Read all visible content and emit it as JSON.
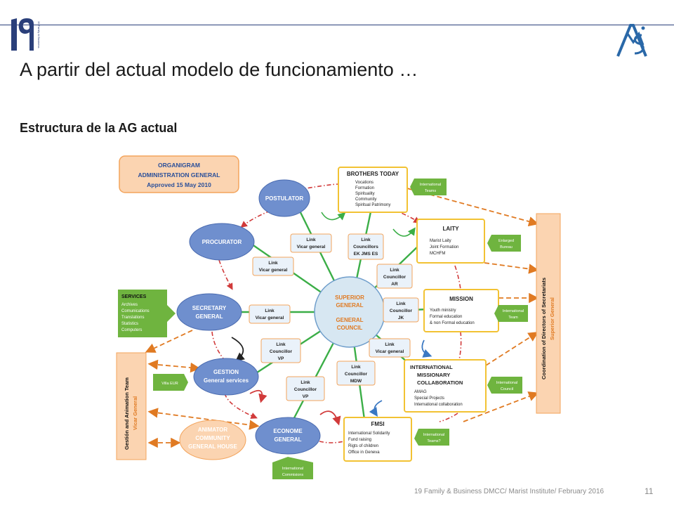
{
  "slide": {
    "title": "A partir del actual modelo de funcionamiento …",
    "subtitle": "Estructura de la AG actual",
    "footer": "19 Family & Business DMCC/ Marist Institute/ February 2016",
    "page_number": "11",
    "logo_left_text": "19 Family & Business",
    "accent_color": "#2a3f7a"
  },
  "diagram": {
    "organigram_box": [
      "ORGANIGRAM",
      "ADMINISTRATION GENERAL",
      "Approved 15 May 2010"
    ],
    "center": [
      "SUPERIOR",
      "GENERAL",
      "GENERAL",
      "COUNCIL"
    ],
    "ovals": {
      "postulator": [
        "POSTULATOR"
      ],
      "procurator": [
        "PROCURATOR"
      ],
      "secretary": [
        "SECRETARY",
        "GENERAL"
      ],
      "gestion": [
        "GESTION",
        "General services"
      ],
      "econome": [
        "ECONOME",
        "GENERAL"
      ],
      "animator": [
        "ANIMATOR",
        "COMMUNITY",
        "GENERAL HOUSE"
      ]
    },
    "links": {
      "link1": [
        "Link",
        "Vicar general"
      ],
      "link2": [
        "Link",
        "Councillors",
        "EK  JMS  ES"
      ],
      "link3": [
        "Link",
        "Vicar general"
      ],
      "link4": [
        "Link",
        "Councillor",
        "AR"
      ],
      "link5": [
        "Link",
        "Vicar general"
      ],
      "link6": [
        "Link",
        "Councillor",
        "JK"
      ],
      "link7": [
        "Link",
        "Councillor",
        "VP"
      ],
      "link8": [
        "Link",
        "Vicar general"
      ],
      "link9": [
        "Link",
        "Councillor",
        "MDW"
      ],
      "link10": [
        "Link",
        "Councillor",
        "VP"
      ]
    },
    "secretariats": {
      "brothers_today": {
        "title": "BROTHERS TODAY",
        "items": [
          "Vocations",
          "Formation",
          "Spirituality",
          "Community",
          "Spiritual Patrimony"
        ]
      },
      "laity": {
        "title": "LAITY",
        "items": [
          "Marist Laity",
          "Joint Formation",
          "MCHFM"
        ]
      },
      "mission": {
        "title": "MISSION",
        "items": [
          "Youth ministry",
          "Formal education",
          "& non Formal education"
        ]
      },
      "imc": {
        "title": [
          "INTERNATIONAL",
          "MISSIONARY",
          "COLLABORATION"
        ],
        "items": [
          "AMAG",
          "Special Projects",
          "International collaboration"
        ]
      },
      "fmsi": {
        "title": "FMSI",
        "items": [
          "International Solidarity",
          "Fund raising",
          "Rigts of children",
          "Office in Geneva"
        ]
      }
    },
    "green_tags": {
      "intl_teams": [
        "International",
        "Teams"
      ],
      "enlarged_bureau": [
        "Enlarged",
        "Bureau"
      ],
      "intl_team": [
        "International",
        "Team"
      ],
      "intl_council": [
        "International",
        "Council"
      ],
      "intl_teams_q": [
        "International",
        "Teams?"
      ],
      "villa_eur": [
        "Villa EUR"
      ],
      "intl_commisions": [
        "International",
        "Commisions"
      ]
    },
    "services": {
      "title": "SERVICES",
      "items": [
        "Archives",
        "Comunications",
        "Translations",
        "Statistics",
        "Computers"
      ]
    },
    "coordination": {
      "line1": "Coordination of Directors of Secretariats",
      "line2": "Superior General"
    },
    "gestion_team": {
      "line1": "Gestión and Animation Team",
      "line2": "Vicar General"
    },
    "colors": {
      "oval_fill": "#6f8fce",
      "center_fill": "#d7e7f2",
      "link_fill": "#eaf2fa",
      "orange": "#f3a45c",
      "orange_fill": "#fbd4b1",
      "yellow": "#f2c233",
      "green": "#6fb43f",
      "spoke": "#3bae47",
      "dashed": "#e07a22",
      "red_dash": "#d13a3a"
    }
  }
}
